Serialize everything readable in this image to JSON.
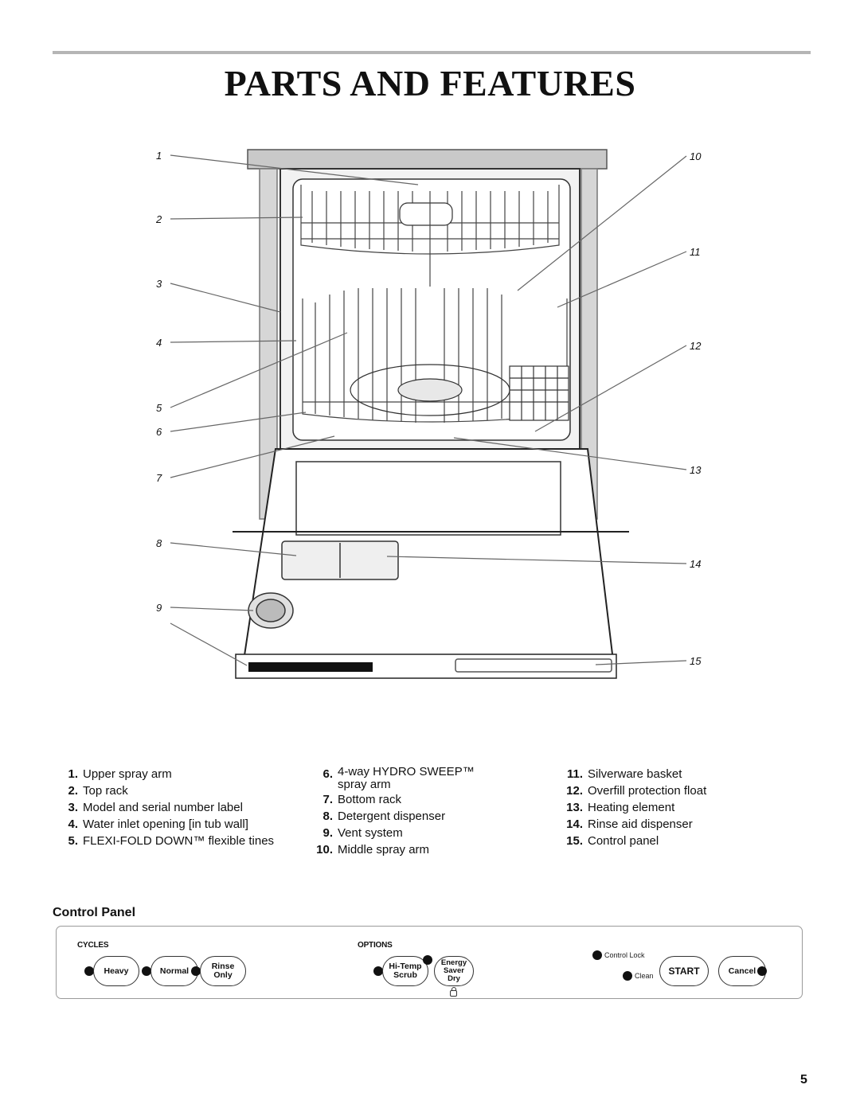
{
  "page_title": "PARTS AND FEATURES",
  "callout_numbers": [
    "1",
    "2",
    "3",
    "4",
    "5",
    "6",
    "7",
    "8",
    "9",
    "10",
    "11",
    "12",
    "13",
    "14",
    "15"
  ],
  "legend": {
    "col1": [
      {
        "num": "1.",
        "text": "Upper spray arm"
      },
      {
        "num": "2.",
        "text": "Top rack"
      },
      {
        "num": "3.",
        "text": "Model and serial number label"
      },
      {
        "num": "4.",
        "text": "Water inlet opening [in tub wall]"
      },
      {
        "num": "5.",
        "text": "FLEXI-FOLD DOWN™ flexible tines"
      }
    ],
    "col2": [
      {
        "num": "6.",
        "text": "4-way HYDRO SWEEP™ spray arm"
      },
      {
        "num": "7.",
        "text": "Bottom rack"
      },
      {
        "num": "8.",
        "text": "Detergent dispenser"
      },
      {
        "num": "9.",
        "text": "Vent system"
      },
      {
        "num": "10.",
        "text": "Middle spray arm"
      }
    ],
    "col3": [
      {
        "num": "11.",
        "text": "Silverware basket"
      },
      {
        "num": "12.",
        "text": "Overfill protection float"
      },
      {
        "num": "13.",
        "text": "Heating element"
      },
      {
        "num": "14.",
        "text": "Rinse aid dispenser"
      },
      {
        "num": "15.",
        "text": "Control panel"
      }
    ]
  },
  "control_panel": {
    "heading": "Control Panel",
    "cycles_label": "CYCLES",
    "options_label": "OPTIONS",
    "buttons": {
      "heavy": "Heavy",
      "normal": "Normal",
      "rinse_only": [
        "Rinse",
        "Only"
      ],
      "hi_temp_scrub": [
        "Hi-Temp",
        "Scrub"
      ],
      "energy_saver_dry": [
        "Energy",
        "Saver",
        "Dry"
      ],
      "start": "START",
      "cancel": "Cancel"
    },
    "indicators": {
      "control_lock": "Control Lock",
      "clean": "Clean"
    }
  },
  "page_number": "5"
}
